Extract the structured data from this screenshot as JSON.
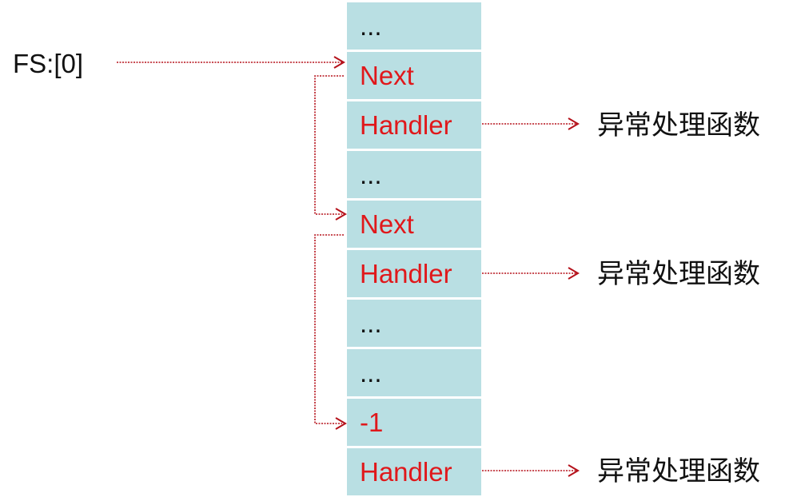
{
  "fs_label": "FS:[0]",
  "stack_cells": [
    {
      "text": "...",
      "kind": "filler"
    },
    {
      "text": "Next",
      "kind": "next"
    },
    {
      "text": "Handler",
      "kind": "handler"
    },
    {
      "text": "...",
      "kind": "filler"
    },
    {
      "text": "Next",
      "kind": "next"
    },
    {
      "text": "Handler",
      "kind": "handler"
    },
    {
      "text": "...",
      "kind": "filler"
    },
    {
      "text": "...",
      "kind": "filler"
    },
    {
      "text": "-1",
      "kind": "end"
    },
    {
      "text": "Handler",
      "kind": "handler"
    }
  ],
  "handler_targets": [
    "异常处理函数",
    "异常处理函数",
    "异常处理函数"
  ],
  "colors": {
    "cell_fill": "#b9dfe3",
    "pointer_text": "#e0181b",
    "arrow": "#b5121b",
    "plain_text": "#111111"
  }
}
